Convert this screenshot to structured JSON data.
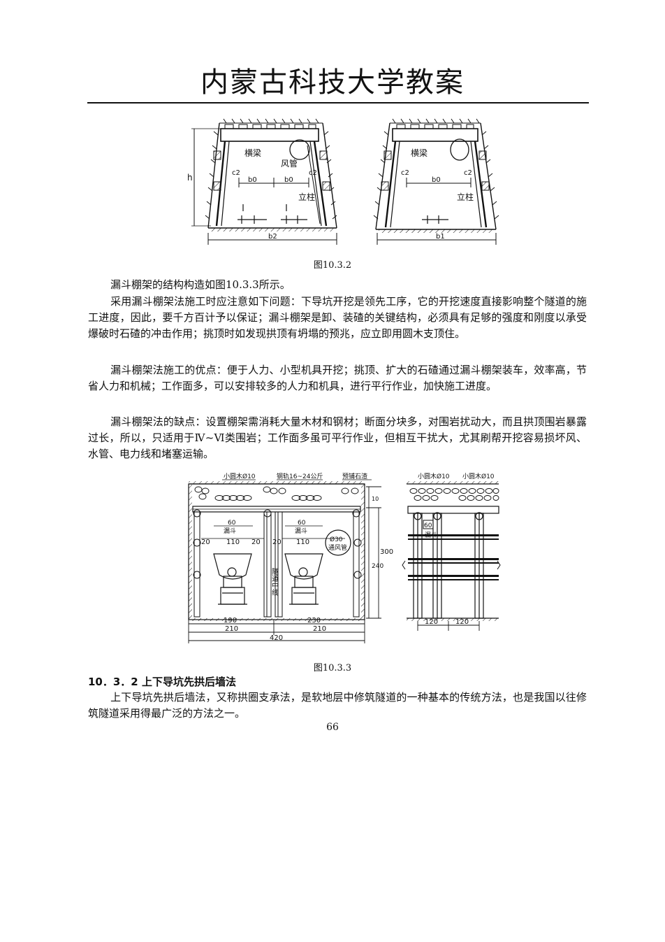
{
  "header": {
    "title": "内蒙古科技大学教案"
  },
  "figure1": {
    "caption": "图10.3.2",
    "left": {
      "beam": "横梁",
      "duct": "风管",
      "post": "立柱",
      "h": "h",
      "b0": "b0",
      "c2": "c2",
      "b2": "b2"
    },
    "right": {
      "beam": "横梁",
      "post": "立柱",
      "b0": "b0",
      "c2": "c2",
      "b1": "b1"
    }
  },
  "paragraphs": [
    "漏斗棚架的结构构造如图10.3.3所示。",
    "采用漏斗棚架法施工时应注意如下问题：下导坑开挖是领先工序，它的开挖速度直接影响整个隧道的施工进度，因此，要千方百计予以保证；漏斗棚架是卸、装碴的关键结构，必须具有足够的强度和刚度以承受爆破时石碴的冲击作用；挑顶时如发现拱顶有坍塌的预兆，应立即用圆木支顶住。",
    "漏斗棚架法施工的优点：便于人力、小型机具开挖；挑顶、扩大的石碴通过漏斗棚架装车，效率高，节省人力和机械；工作面多，可以安排较多的人力和机具，进行平行作业，加快施工进度。",
    "漏斗棚架法的缺点：设置棚架需消耗大量木材和钢材；断面分块多，对围岩扰动大，而且拱顶围岩暴露过长，所以，只适用于Ⅳ~Ⅵ类围岩；工作面多虽可平行作业，但相互干扰大，尤其刷帮开挖容易损坏风、水管、电力线和堵塞运输。"
  ],
  "figure2": {
    "caption": "图10.3.3",
    "labels": {
      "small_log": "小圆木Ø10",
      "rail": "钢轨16~24公斤",
      "gravel": "预铺石渣",
      "funnel": "漏斗",
      "tunnel_center": "隧道中线",
      "pipe1": "Ø30",
      "pipe2": "通风管",
      "small_log_r1": "小圆木Ø10",
      "small_log_r2": "小圆木Ø10",
      "funnel_r": "漏斗"
    },
    "dims": {
      "d60": "60",
      "d110": "110",
      "d20": "20",
      "d190": "190",
      "d230": "230",
      "d210": "210",
      "d420": "420",
      "d300": "300",
      "d240": "240",
      "d10": "10",
      "d120": "120"
    }
  },
  "section": {
    "heading": "10．3．2 上下导坑先拱后墙法"
  },
  "section_paragraph": "上下导坑先拱后墙法，又称拱圈支承法，是软地层中修筑隧道的一种基本的传统方法，也是我国以往修筑隧道采用得最广泛的方法之一。",
  "footer": {
    "page": "66"
  }
}
